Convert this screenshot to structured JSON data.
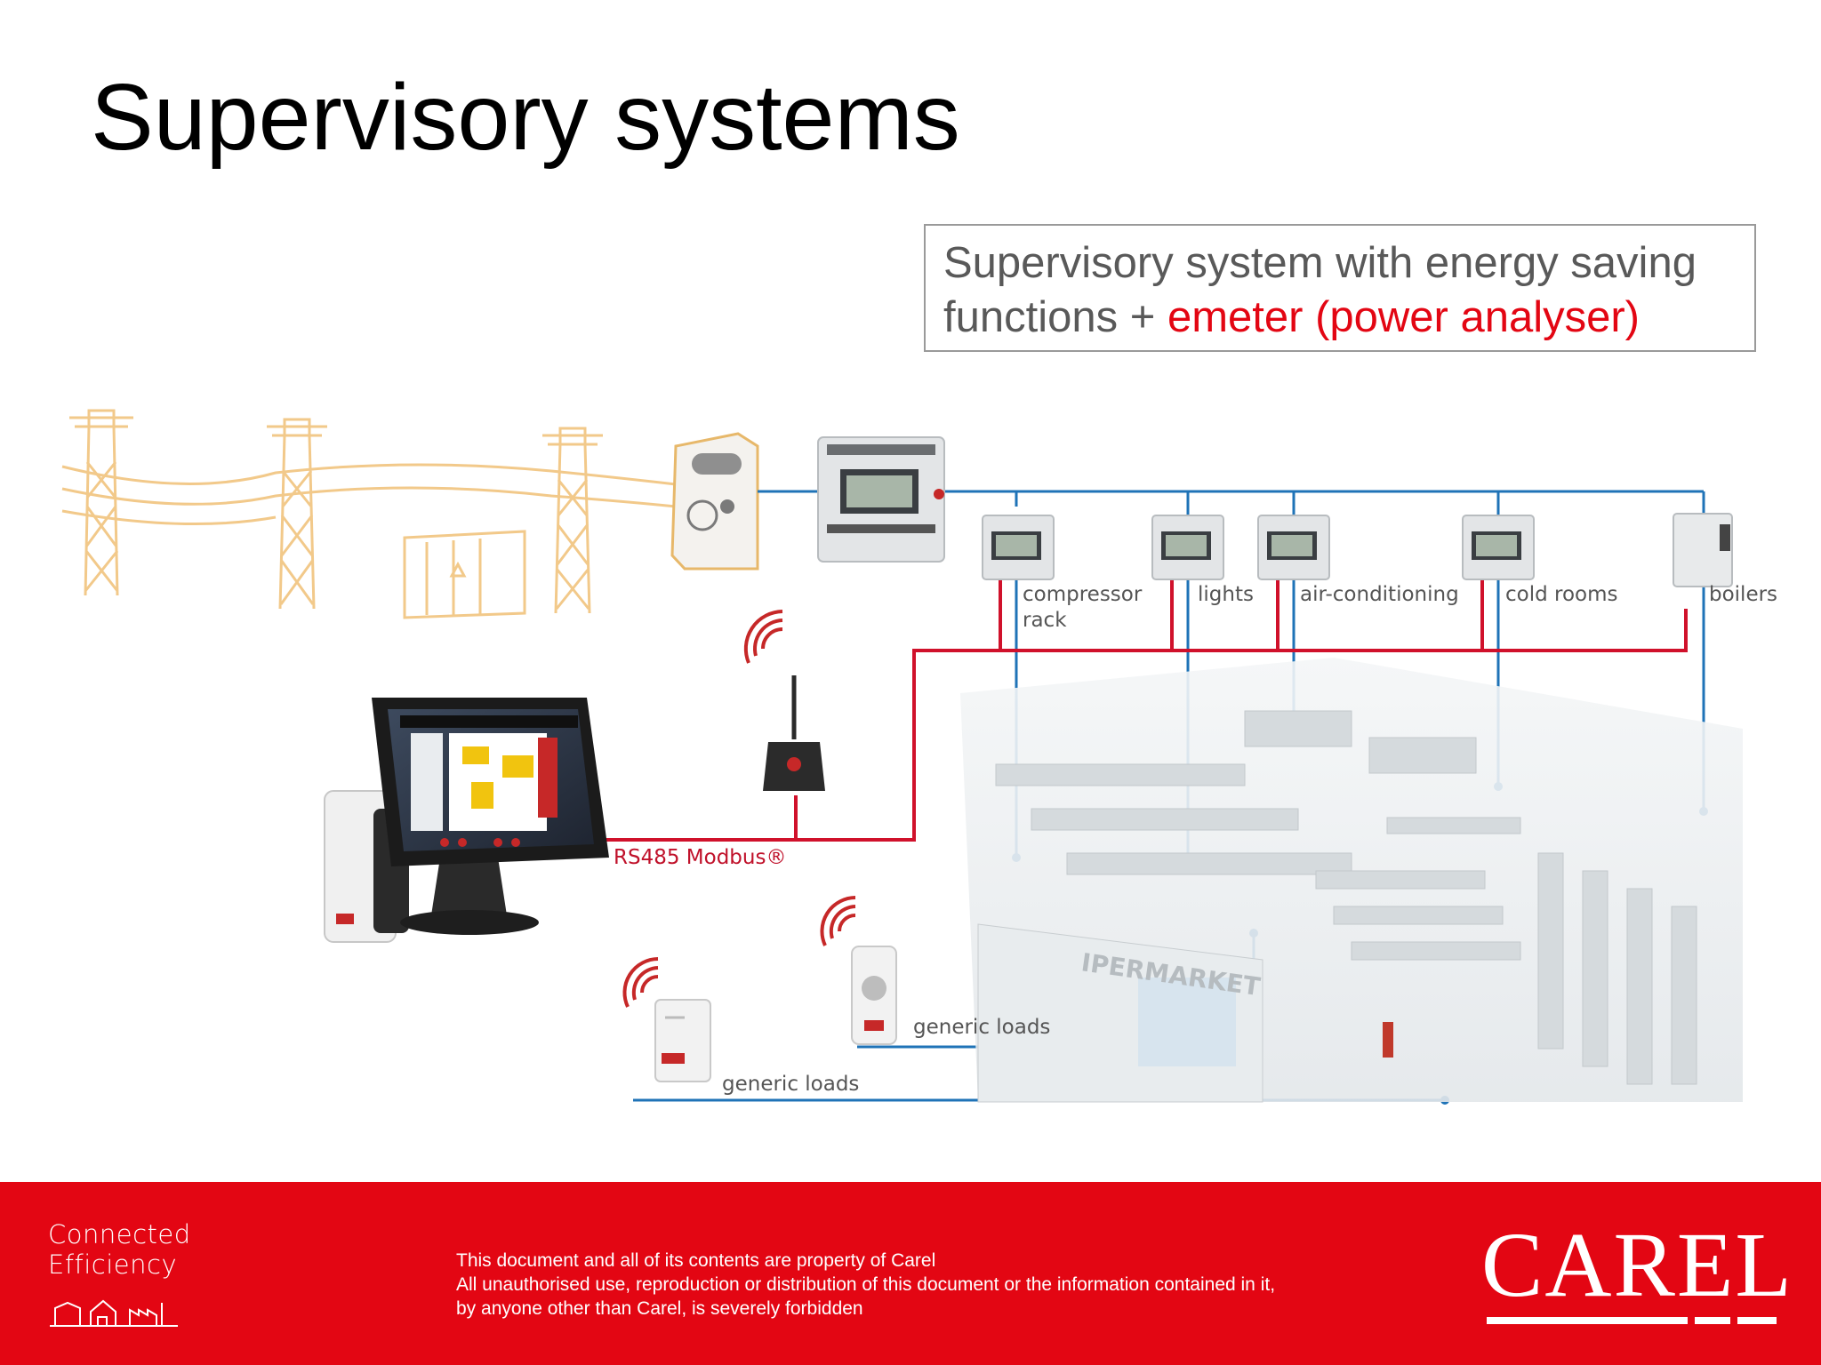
{
  "slide": {
    "title": "Supervisory systems"
  },
  "callout": {
    "text_plain": "Supervisory system with energy saving functions + ",
    "text_highlight": "emeter (power analyser)",
    "highlight_color": "#e30613"
  },
  "diagram": {
    "bus_label": "RS485 Modbus®",
    "loads": [
      {
        "line1": "compressor",
        "line2": "rack"
      },
      {
        "line1": "lights"
      },
      {
        "line1": "air-conditioning"
      },
      {
        "line1": "cold rooms"
      },
      {
        "line1": "boilers"
      }
    ],
    "wireless_loads": [
      {
        "label": "generic loads"
      },
      {
        "label": "generic loads"
      }
    ],
    "building_sign": "IPERMARKET",
    "colors": {
      "blue_line": "#1f73b7",
      "red_line": "#d0112b",
      "pylon": "#f2c98a"
    }
  },
  "footer": {
    "tagline_line1": "Connected",
    "tagline_line2": "Efficiency",
    "notice": [
      "This document and all of its contents are property of Carel",
      "All unauthorised use, reproduction or distribution of this document or the information contained in it,",
      "by anyone other than Carel, is severely forbidden"
    ],
    "brand": "CAREL",
    "background_color": "#e30613"
  }
}
